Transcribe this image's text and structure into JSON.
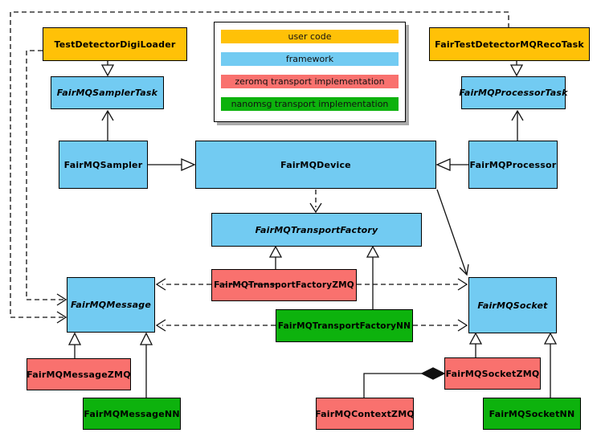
{
  "diagram_type": "uml-class-diagram",
  "colors": {
    "user_code": "#FFC107",
    "framework": "#72CBF2",
    "zeromq": "#F9716E",
    "nanomsg": "#0DB20D",
    "line": "#111111",
    "background": "#FFFFFF"
  },
  "legend": {
    "items": [
      {
        "label": "user code",
        "color": "#FFC107"
      },
      {
        "label": "framework",
        "color": "#72CBF2"
      },
      {
        "label": "zeromq transport implementation",
        "color": "#F9716E"
      },
      {
        "label": "nanomsg transport implementation",
        "color": "#0DB20D"
      }
    ]
  },
  "nodes": {
    "digi_loader": {
      "label": "TestDetectorDigiLoader",
      "category": "user code",
      "abstract": false
    },
    "reco_task": {
      "label": "FairTestDetectorMQRecoTask",
      "category": "user code",
      "abstract": false
    },
    "sampler_task": {
      "label": "FairMQSamplerTask",
      "category": "framework",
      "abstract": true
    },
    "processor_task": {
      "label": "FairMQProcessorTask",
      "category": "framework",
      "abstract": true
    },
    "sampler": {
      "label": "FairMQSampler",
      "category": "framework",
      "abstract": false
    },
    "device": {
      "label": "FairMQDevice",
      "category": "framework",
      "abstract": false
    },
    "processor": {
      "label": "FairMQProcessor",
      "category": "framework",
      "abstract": false
    },
    "transport_factory": {
      "label": "FairMQTransportFactory",
      "category": "framework",
      "abstract": true
    },
    "transport_factory_zmq": {
      "label": "FairMQTransportFactoryZMQ",
      "category": "zeromq",
      "abstract": false
    },
    "transport_factory_nn": {
      "label": "FairMQTransportFactoryNN",
      "category": "nanomsg",
      "abstract": false
    },
    "message": {
      "label": "FairMQMessage",
      "category": "framework",
      "abstract": true
    },
    "socket": {
      "label": "FairMQSocket",
      "category": "framework",
      "abstract": true
    },
    "message_zmq": {
      "label": "FairMQMessageZMQ",
      "category": "zeromq",
      "abstract": false
    },
    "message_nn": {
      "label": "FairMQMessageNN",
      "category": "nanomsg",
      "abstract": false
    },
    "context_zmq": {
      "label": "FairMQContextZMQ",
      "category": "zeromq",
      "abstract": false
    },
    "socket_zmq": {
      "label": "FairMQSocketZMQ",
      "category": "zeromq",
      "abstract": false
    },
    "socket_nn": {
      "label": "FairMQSocketNN",
      "category": "nanomsg",
      "abstract": false
    }
  },
  "relations": [
    {
      "from": "TestDetectorDigiLoader",
      "to": "FairMQSamplerTask",
      "type": "inheritance"
    },
    {
      "from": "FairTestDetectorMQRecoTask",
      "to": "FairMQProcessorTask",
      "type": "inheritance"
    },
    {
      "from": "FairMQSampler",
      "to": "FairMQDevice",
      "type": "inheritance"
    },
    {
      "from": "FairMQProcessor",
      "to": "FairMQDevice",
      "type": "inheritance"
    },
    {
      "from": "FairMQSampler",
      "to": "FairMQSamplerTask",
      "type": "association"
    },
    {
      "from": "FairMQProcessor",
      "to": "FairMQProcessorTask",
      "type": "association"
    },
    {
      "from": "FairMQDevice",
      "to": "FairMQTransportFactory",
      "type": "dependency"
    },
    {
      "from": "FairMQDevice",
      "to": "FairMQSocket",
      "type": "association"
    },
    {
      "from": "TestDetectorDigiLoader",
      "to": "FairMQMessage",
      "type": "dependency"
    },
    {
      "from": "FairTestDetectorMQRecoTask",
      "to": "FairMQMessage",
      "type": "dependency"
    },
    {
      "from": "FairMQTransportFactoryZMQ",
      "to": "FairMQTransportFactory",
      "type": "inheritance"
    },
    {
      "from": "FairMQTransportFactoryNN",
      "to": "FairMQTransportFactory",
      "type": "inheritance"
    },
    {
      "from": "FairMQTransportFactoryZMQ",
      "to": "FairMQMessage",
      "type": "dependency"
    },
    {
      "from": "FairMQTransportFactoryZMQ",
      "to": "FairMQSocket",
      "type": "dependency"
    },
    {
      "from": "FairMQTransportFactoryNN",
      "to": "FairMQMessage",
      "type": "dependency"
    },
    {
      "from": "FairMQTransportFactoryNN",
      "to": "FairMQSocket",
      "type": "dependency"
    },
    {
      "from": "FairMQMessageZMQ",
      "to": "FairMQMessage",
      "type": "inheritance"
    },
    {
      "from": "FairMQMessageNN",
      "to": "FairMQMessage",
      "type": "inheritance"
    },
    {
      "from": "FairMQSocketZMQ",
      "to": "FairMQSocket",
      "type": "inheritance"
    },
    {
      "from": "FairMQSocketNN",
      "to": "FairMQSocket",
      "type": "inheritance"
    },
    {
      "from": "FairMQContextZMQ",
      "to": "FairMQSocketZMQ",
      "type": "composition"
    }
  ]
}
